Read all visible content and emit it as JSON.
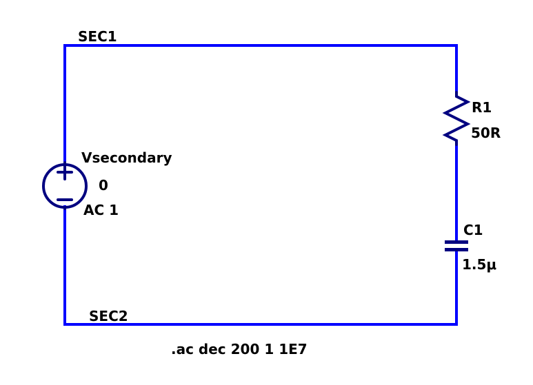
{
  "nets": {
    "top": "SEC1",
    "bottom": "SEC2"
  },
  "source": {
    "name": "Vsecondary",
    "dc_value": "0",
    "ac_value": "AC 1"
  },
  "resistor": {
    "name": "R1",
    "value": "50R"
  },
  "capacitor": {
    "name": "C1",
    "value": "1.5μ"
  },
  "directive": ".ac dec 200 1 1E7",
  "colors": {
    "wire": "#0000ff",
    "component": "#000080",
    "text": "#000000",
    "background": "#ffffff"
  }
}
